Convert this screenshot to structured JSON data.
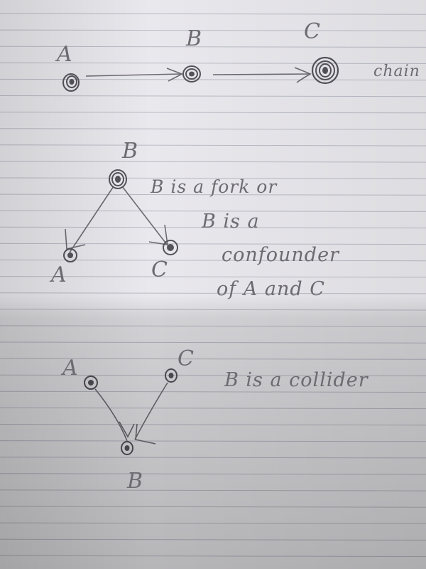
{
  "page": {
    "paper_color": "#e9e8ec",
    "rule_color": "#b9bcc6",
    "ink_color": "#6d6b72",
    "node_color": "#55535a"
  },
  "diagrams": [
    {
      "kind": "chain",
      "nodes": [
        "A",
        "B",
        "C"
      ],
      "edges": [
        [
          "A",
          "B"
        ],
        [
          "B",
          "C"
        ]
      ],
      "note": "chain"
    },
    {
      "kind": "fork",
      "nodes": [
        "B",
        "A",
        "C"
      ],
      "edges": [
        [
          "B",
          "A"
        ],
        [
          "B",
          "C"
        ]
      ],
      "note_lines": [
        "B is a fork or",
        "B is a",
        "confounder",
        "of A and C"
      ]
    },
    {
      "kind": "collider",
      "nodes": [
        "A",
        "C",
        "B"
      ],
      "edges": [
        [
          "A",
          "B"
        ],
        [
          "C",
          "B"
        ]
      ],
      "note": "B is a collider"
    }
  ]
}
